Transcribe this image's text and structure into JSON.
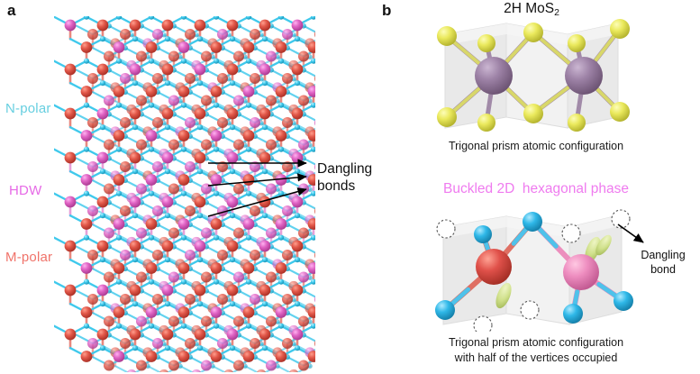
{
  "figure": {
    "panel_a_letter": "a",
    "panel_b_letter": "b"
  },
  "panel_a": {
    "region_labels": [
      {
        "text": "N-polar",
        "color": "#67cfe0"
      },
      {
        "text": "HDW",
        "color": "#e66ae6"
      },
      {
        "text": "M-polar",
        "color": "#f0736a"
      }
    ],
    "annotation": "Dangling\nbonds",
    "annotation_line1": "Dangling",
    "annotation_line2": "bonds",
    "arrow_count": 3,
    "atom_colors": {
      "metal_m_polar": "#d94f43",
      "metal_hdw": "#e060c0",
      "nitrogen": "#2fc4e8",
      "bond_cyan": "#3fc9ec",
      "bond_salmon": "#e8887f"
    },
    "lattice": {
      "rows": 16,
      "cols": 8,
      "description": "wurtzite stacking with inversion domain wall"
    }
  },
  "panel_b": {
    "top": {
      "title_main": "2H MoS",
      "title_sub": "2",
      "caption": "Trigonal prism atomic configuration",
      "atom_colors": {
        "metal_mo": "#9d82a6",
        "chalcogen_s": "#e9e85a"
      },
      "prism_color": "#d9d9d9"
    },
    "bottom": {
      "title": "Buckled 2D  hexagonal phase",
      "title_color": "#ef7bef",
      "caption_line1": "Trigonal prism atomic configuration",
      "caption_line2": "with half of the vertices occupied",
      "annotation_line1": "Dangling",
      "annotation_line2": "bond",
      "atom_colors": {
        "metal_red": "#e0514a",
        "metal_pink": "#ee8ec0",
        "nitrogen": "#2fb8e8",
        "orbital_lobe": "#cfe08a",
        "vacant_vertex": "#ffffff"
      },
      "prism_color": "#d9d9d9",
      "vacant_vertices": 6
    }
  }
}
